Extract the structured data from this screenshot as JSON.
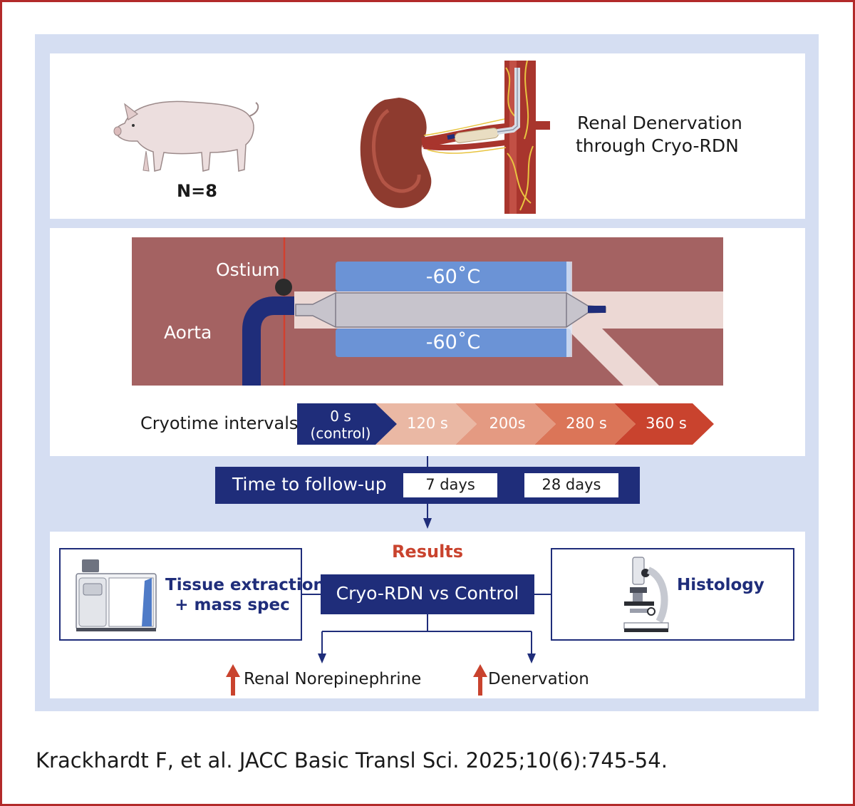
{
  "header": {
    "animal_count": "N=8",
    "procedure_title_line1": "Renal Denervation",
    "procedure_title_line2": "through Cryo-RDN"
  },
  "schematic": {
    "ostium_label": "Ostium",
    "aorta_label": "Aorta",
    "temp_top": "-60˚C",
    "temp_bottom": "-60˚C"
  },
  "cryotime": {
    "label": "Cryotime intervals",
    "intervals": [
      {
        "line1": "0 s",
        "line2": "(control)",
        "color": "#1f2d7a"
      },
      {
        "line1": "120 s",
        "line2": "",
        "color": "#eab8a4"
      },
      {
        "line1": "200s",
        "line2": "",
        "color": "#e49a82"
      },
      {
        "line1": "280 s",
        "line2": "",
        "color": "#db7558"
      },
      {
        "line1": "360 s",
        "line2": "",
        "color": "#c9432e"
      }
    ]
  },
  "followup": {
    "label": "Time to follow-up",
    "option_1": "7 days",
    "option_2": "28 days"
  },
  "results": {
    "title": "Results",
    "comparison": "Cryo-RDN vs Control",
    "left_method_line1": "Tissue extraction",
    "left_method_line2": "+ mass spec",
    "right_method": "Histology",
    "outcome_1": "Renal Norepinephrine",
    "outcome_2": "Denervation"
  },
  "citation": "Krackhardt F, et al. JACC Basic Transl Sci. 2025;10(6):745-54.",
  "colors": {
    "frame": "#b22a2a",
    "navy": "#1f2d7a",
    "panel_bg": "#d5def2",
    "vessel": "#a46262",
    "balloon": "#6b93d6",
    "results_red": "#c9432e"
  },
  "icons": [
    "pig-icon",
    "kidney-catheter-icon",
    "mass-spectrometer-icon",
    "microscope-icon",
    "arrow-up-icon"
  ]
}
